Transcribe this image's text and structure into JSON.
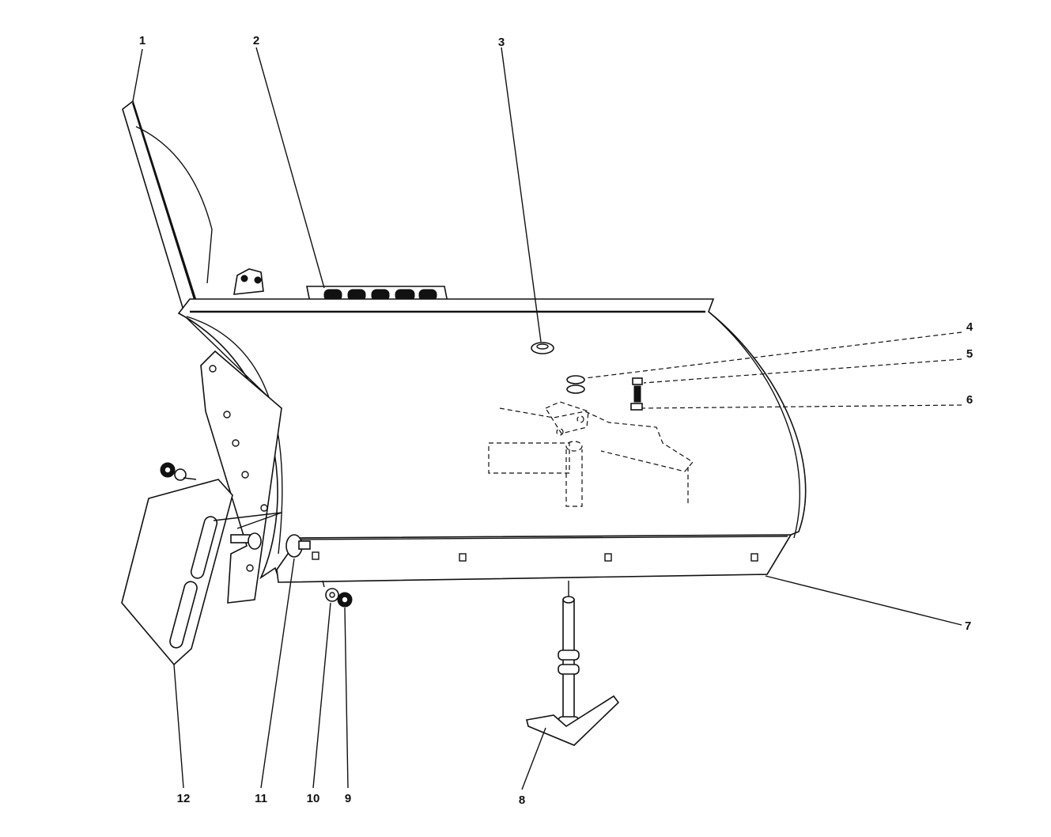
{
  "diagram": {
    "type": "exploded-parts-view",
    "callouts": [
      "1",
      "2",
      "3",
      "4",
      "5",
      "6",
      "7",
      "8",
      "9",
      "10",
      "11",
      "12"
    ]
  }
}
